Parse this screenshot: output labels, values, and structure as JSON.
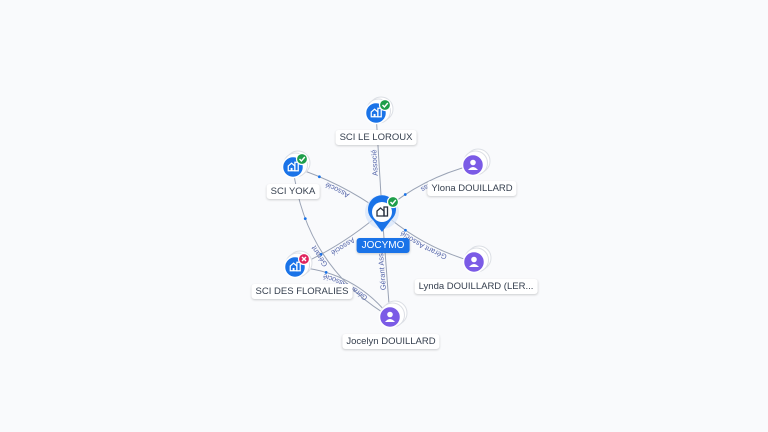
{
  "colors": {
    "company": "#1a73e8",
    "person": "#7b5be6",
    "ok": "#1e9e4a",
    "error": "#e0245e",
    "edge": "#9aa3b5",
    "label_text": "#5566aa"
  },
  "nodes": [
    {
      "id": "jocymo",
      "label": "JOCYMO",
      "kind": "company",
      "central": true,
      "status": "ok",
      "icon": "building-icon"
    },
    {
      "id": "sci-le-loroux",
      "label": "SCI LE LOROUX",
      "kind": "company",
      "status": "ok",
      "icon": "building-icon"
    },
    {
      "id": "sci-yoka",
      "label": "SCI YOKA",
      "kind": "company",
      "status": "ok",
      "icon": "building-icon"
    },
    {
      "id": "sci-des-floralies",
      "label": "SCI DES FLORALIES",
      "kind": "company",
      "status": "error",
      "icon": "building-icon"
    },
    {
      "id": "ylona-douillard",
      "label": "Ylona DOUILLARD",
      "kind": "person",
      "icon": "person-icon"
    },
    {
      "id": "lynda-douillard",
      "label": "Lynda DOUILLARD (LER...",
      "kind": "person",
      "icon": "person-icon"
    },
    {
      "id": "jocelyn-douillard",
      "label": "Jocelyn DOUILLARD",
      "kind": "person",
      "icon": "person-icon"
    }
  ],
  "edges": [
    {
      "from": "jocymo",
      "to": "sci-le-loroux",
      "label": "Associé"
    },
    {
      "from": "jocymo",
      "to": "sci-yoka",
      "label": "Associé"
    },
    {
      "from": "jocymo",
      "to": "sci-des-floralies",
      "label": "Associé"
    },
    {
      "from": "ylona-douillard",
      "to": "jocymo",
      "label": "Ass"
    },
    {
      "from": "lynda-douillard",
      "to": "jocymo",
      "label": "Gérant Associé"
    },
    {
      "from": "jocelyn-douillard",
      "to": "jocymo",
      "label": "Gérant Associé"
    },
    {
      "from": "jocelyn-douillard",
      "to": "sci-yoka",
      "label": "Gérant"
    },
    {
      "from": "jocelyn-douillard",
      "to": "sci-des-floralies",
      "label": "Gérant Associé"
    }
  ]
}
